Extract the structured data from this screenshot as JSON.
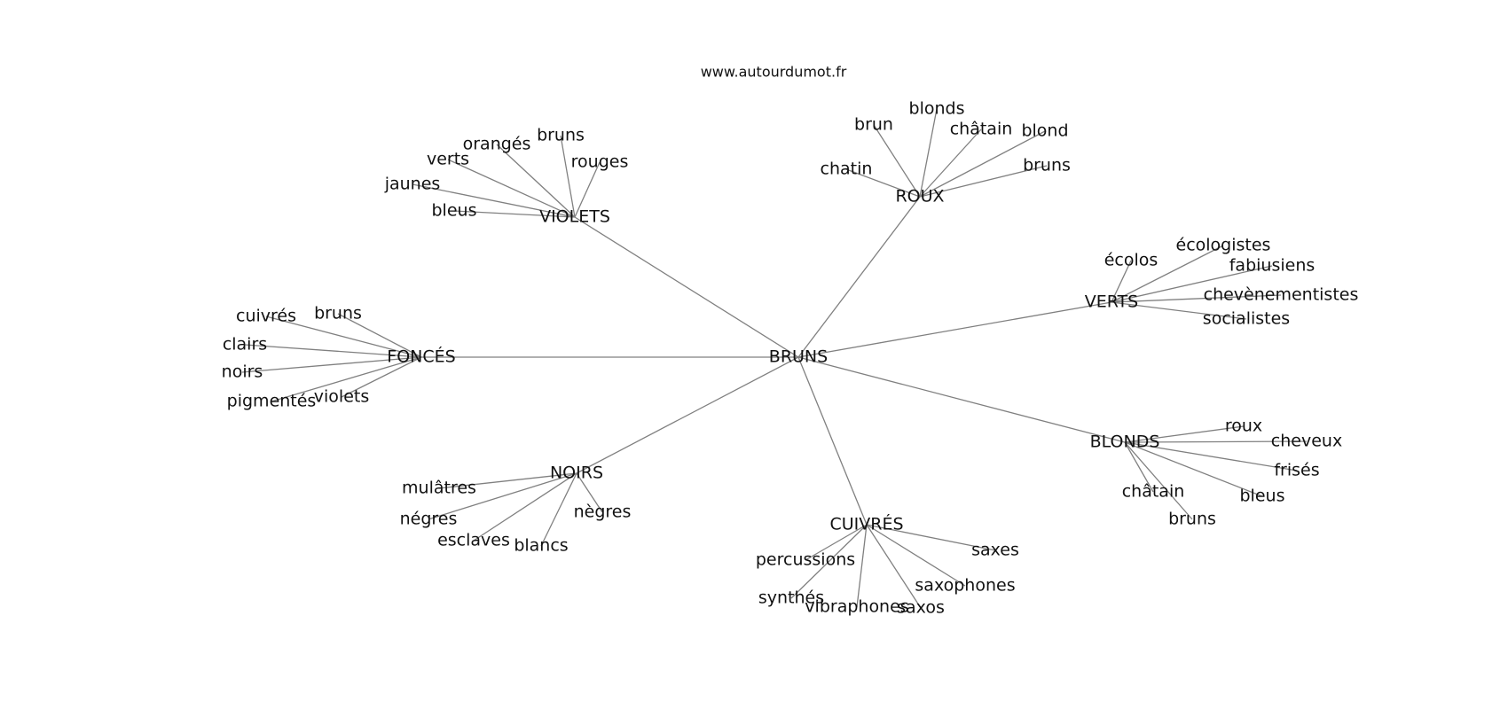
{
  "source_text": "www.autourdumot.fr",
  "graph": {
    "root": "BRUNS",
    "hubs": [
      {
        "id": "violets",
        "label": "VIOLETS",
        "leaves": [
          "bruns",
          "orangés",
          "verts",
          "jaunes",
          "bleus",
          "rouges"
        ]
      },
      {
        "id": "roux",
        "label": "ROUX",
        "leaves": [
          "blonds",
          "brun",
          "châtain",
          "blond",
          "chatin",
          "bruns"
        ]
      },
      {
        "id": "verts",
        "label": "VERTS",
        "leaves": [
          "écologistes",
          "écolos",
          "fabiusiens",
          "chevènementistes",
          "socialistes"
        ]
      },
      {
        "id": "fonces",
        "label": "FONCÉS",
        "leaves": [
          "cuivrés",
          "bruns",
          "clairs",
          "noirs",
          "pigmentés",
          "violets"
        ]
      },
      {
        "id": "blonds",
        "label": "BLONDS",
        "leaves": [
          "roux",
          "cheveux",
          "frisés",
          "châtain",
          "bleus",
          "bruns"
        ]
      },
      {
        "id": "noirs",
        "label": "NOIRS",
        "leaves": [
          "mulâtres",
          "négres",
          "nègres",
          "esclaves",
          "blancs"
        ]
      },
      {
        "id": "cuivres",
        "label": "CUIVRÉS",
        "leaves": [
          "saxes",
          "percussions",
          "saxophones",
          "synthés",
          "vibraphones",
          "saxos"
        ]
      }
    ]
  }
}
